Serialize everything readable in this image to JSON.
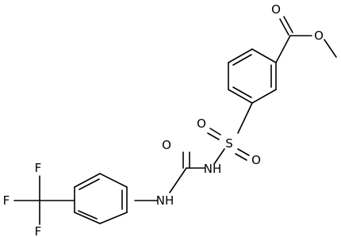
{
  "atoms": {
    "carbonyl_o_top": "O",
    "ester_o": "O",
    "sulfur": "S",
    "sulfonyl_o_left": "O",
    "sulfonyl_o_right": "O",
    "sulfonamide_nh": "NH",
    "urea_o": "O",
    "aniline_nh": "NH",
    "f_top": "F",
    "f_left": "F",
    "f_bottom": "F"
  },
  "colors": {
    "bond": "#000000",
    "label": "#000000",
    "background": "#ffffff"
  }
}
